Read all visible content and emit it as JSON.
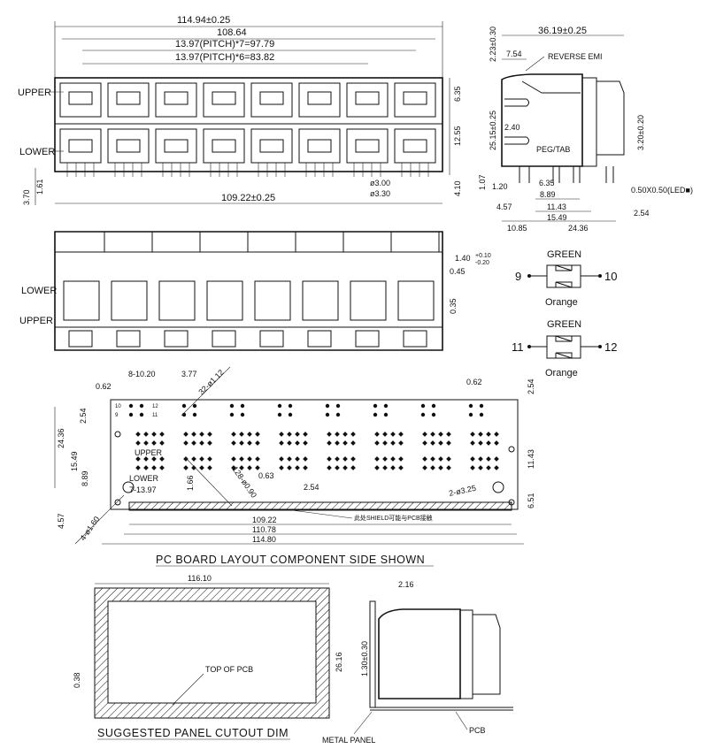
{
  "front_view": {
    "overall_width": "114.94±0.25",
    "inner_width": "108.64",
    "pitch7": "13.97(PITCH)*7=97.79",
    "pitch6": "13.97(PITCH)*6=83.82",
    "upper_label": "UPPER",
    "lower_label": "LOWER",
    "dim_6_35": "6.35",
    "dim_12_55": "12.55",
    "dim_3_70": "3.70",
    "dim_1_61": "1.61",
    "bottom_width": "109.22±0.25",
    "hole_3_00": "ø3.00",
    "hole_3_30": "ø3.30",
    "dim_4_10": "4.10",
    "port_count": 8
  },
  "side_view": {
    "depth": "36.19±0.25",
    "dim_7_54": "7.54",
    "reverse_emi": "REVERSE EMI",
    "height_top": "2.23±0.30",
    "height_main": "25.15±0.25",
    "dim_2_40": "2.40",
    "peg_tab": "PEG/TAB",
    "dim_3_20": "3.20±0.20",
    "dim_1_07": "1.07",
    "dim_1_20": "1.20",
    "dim_6_35": "6.35",
    "dim_8_89": "8.89",
    "dim_4_57": "4.57",
    "dim_11_43": "11.43",
    "dim_15_49": "15.49",
    "led": "0.50X0.50(LED■)",
    "dim_2_54": "2.54",
    "dim_10_85": "10.85",
    "dim_24_36": "24.36"
  },
  "rear_view": {
    "lower_label": "LOWER",
    "upper_label": "UPPER",
    "dim_1_40": "1.40",
    "tol_plus": "+0.10",
    "tol_minus": "-0.20",
    "dim_0_45": "0.45",
    "dim_0_35": "0.35"
  },
  "led_schematic": {
    "led1": {
      "color_top": "GREEN",
      "pin_left": "9",
      "pin_right": "10",
      "color_bottom": "Orange"
    },
    "led2": {
      "color_top": "GREEN",
      "pin_left": "11",
      "pin_right": "12",
      "color_bottom": "Orange"
    }
  },
  "pcb_layout": {
    "title": "PC BOARD LAYOUT COMPONENT SIDE SHOWN",
    "dim_8_10_20": "8-10.20",
    "dim_3_77": "3.77",
    "dim_0_62_left": "0.62",
    "holes_32": "32-ø1.12",
    "dim_0_62_right": "0.62",
    "dim_2_54_right": "2.54",
    "pin10": "10",
    "pin9": "9",
    "pin12": "12",
    "pin11": "11",
    "dim_24_36": "24.36",
    "dim_2_54_left": "2.54",
    "dim_15_49": "15.49",
    "dim_8_89": "8.89",
    "upper_label": "UPPER",
    "lower_label": "LOWER",
    "pitch": "7-13.97",
    "dim_1_66": "1.66",
    "holes_128": "128-ø0.90",
    "dim_0_63": "0.63",
    "dim_2_54_mid": "2.54",
    "holes_2": "2-ø3.25",
    "dim_11_43": "11.43",
    "dim_6_51": "6.51",
    "dim_4_57": "4.57",
    "holes_4": "4-ø1.60",
    "width_109_22": "109.22",
    "width_110_78": "110.78",
    "width_114_80": "114.80",
    "shield_note": "此处SHIELD可能与PCB接触"
  },
  "panel_cutout": {
    "title": "SUGGESTED PANEL CUTOUT DIM",
    "width": "116.10",
    "height": "26.16",
    "dim_0_38": "0.38",
    "top_of_pcb": "TOP OF PCB",
    "metal_panel": "METAL PANEL",
    "pcb": "PCB",
    "dim_2_16": "2.16",
    "dim_1_30": "1.30±0.30"
  }
}
